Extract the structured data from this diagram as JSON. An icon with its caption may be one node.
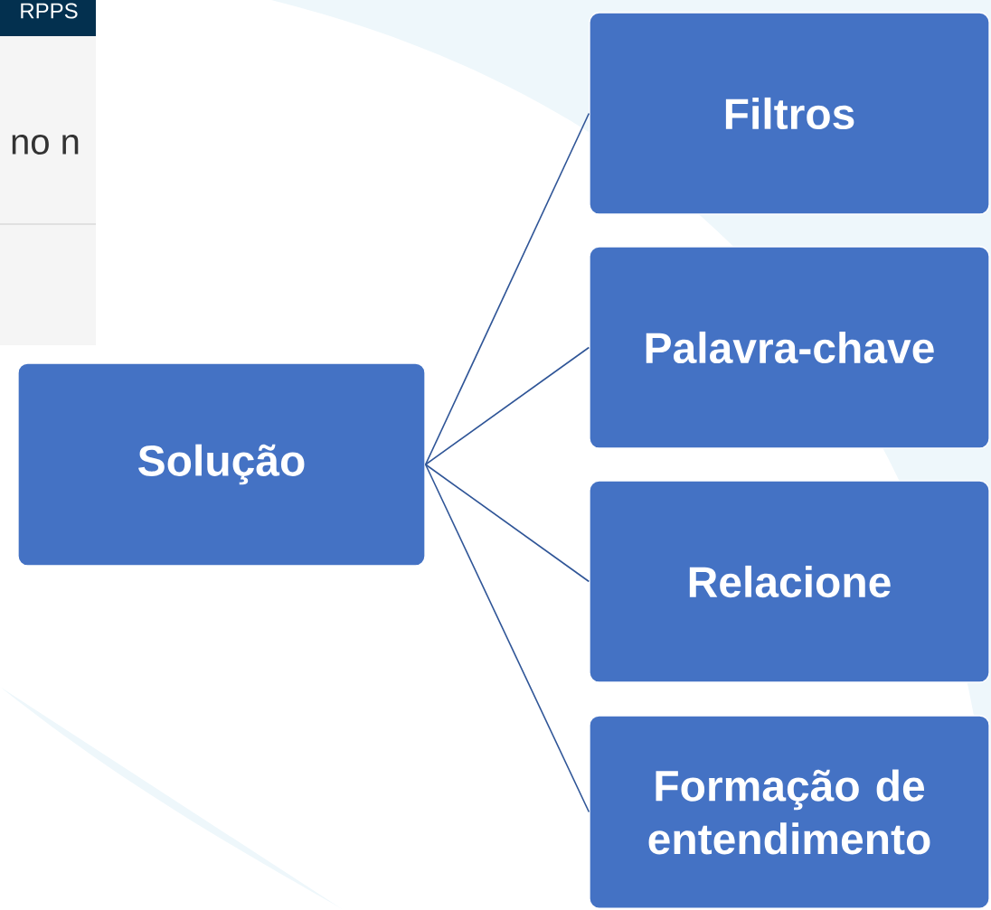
{
  "diagram": {
    "nodes": [
      {
        "text": [
          "Solução"
        ]
      },
      {
        "text": [
          "Filtros"
        ]
      },
      {
        "text": [
          "Palavra-chave"
        ]
      },
      {
        "text": [
          "Relacione"
        ]
      },
      {
        "text": [
          "Formação de entendimento"
        ]
      }
    ],
    "edges": [
      {
        "from": 0,
        "to": 1,
        "arrow": "none"
      },
      {
        "from": 0,
        "to": 2,
        "arrow": "none"
      },
      {
        "from": 0,
        "to": 3,
        "arrow": "none"
      },
      {
        "from": 0,
        "to": 4,
        "arrow": "none"
      }
    ],
    "labels": [
      "RPPS",
      "no n"
    ]
  }
}
